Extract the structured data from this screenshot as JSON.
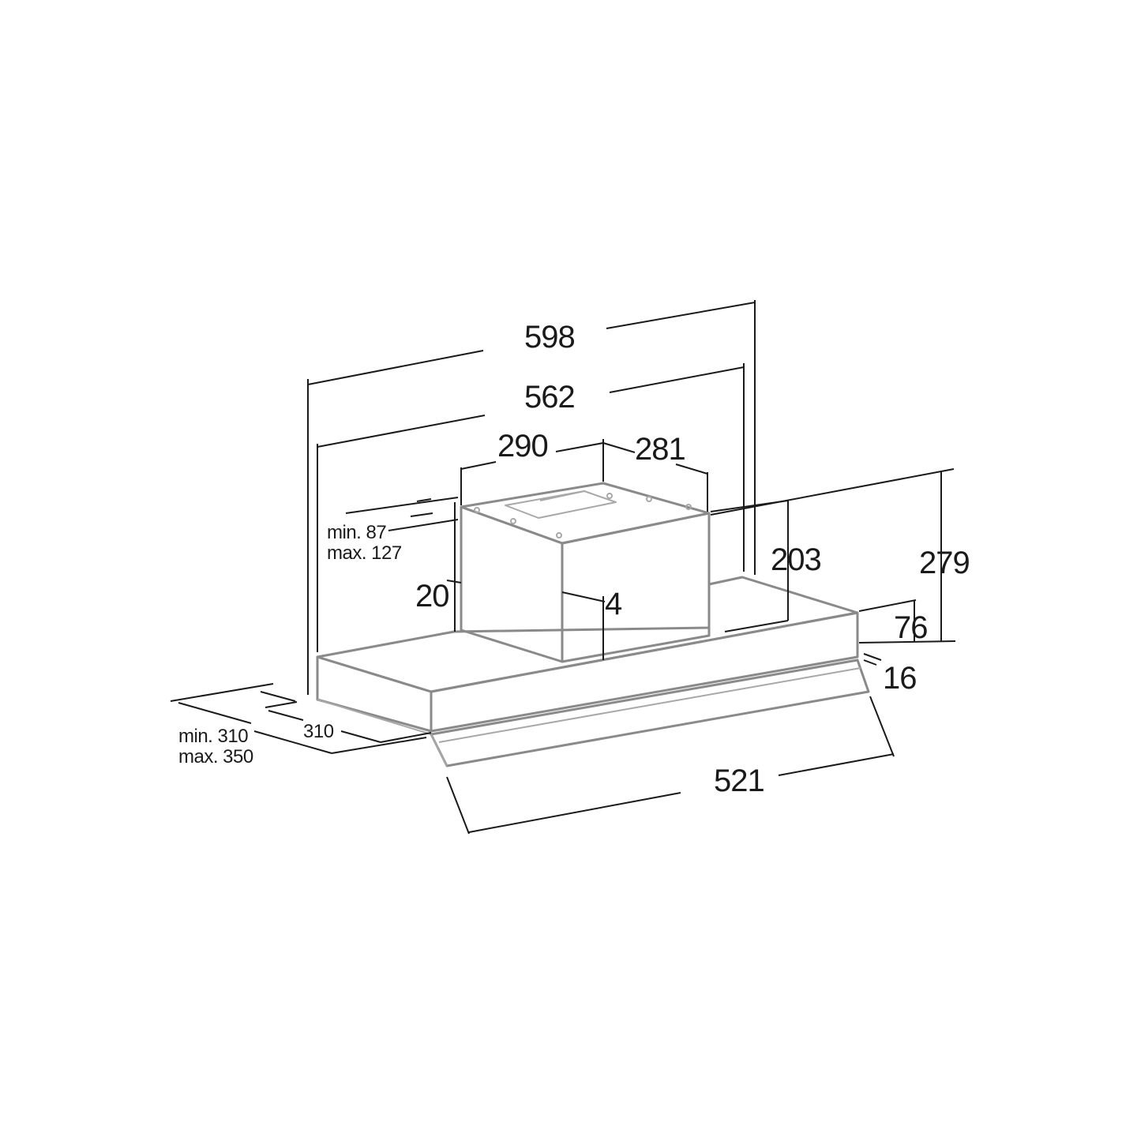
{
  "diagram": {
    "colors": {
      "dimension": "#1a1a1a",
      "outline": "#8a8a8a",
      "background": "#ffffff"
    },
    "labels": {
      "width_overall": "598",
      "width_inner": "562",
      "motor_width": "290",
      "motor_depth": "281",
      "duct_offset_min": "min. 87",
      "duct_offset_max": "max. 127",
      "motor_side_gap": "20",
      "motor_front_gap": "4",
      "height_203": "203",
      "height_279": "279",
      "front_height": "76",
      "front_lip": "16",
      "depth_min": "min. 310",
      "depth_max": "max. 350",
      "depth_310": "310",
      "front_width": "521"
    }
  }
}
